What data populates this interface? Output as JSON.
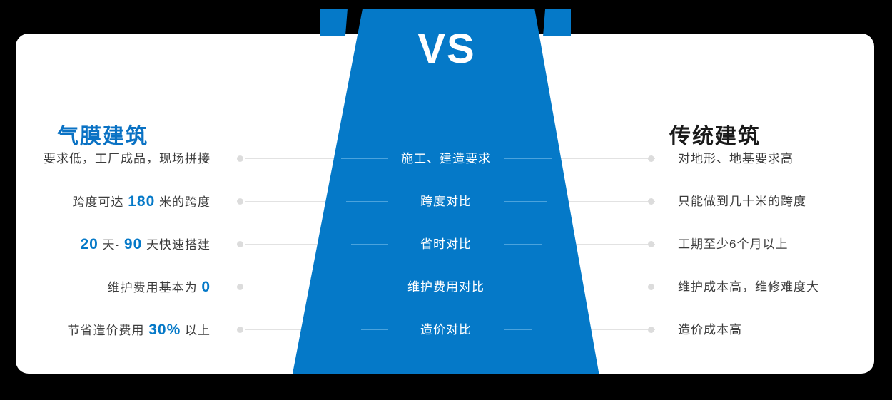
{
  "banner": {
    "vs_label": "VS",
    "accent_color": "#0579c8",
    "rail_color": "#4ba3dd"
  },
  "card": {
    "background": "#ffffff",
    "left_title": "气膜建筑",
    "left_title_color": "#0a72c4",
    "right_title": "传统建筑",
    "right_title_color": "#1a1a1a"
  },
  "rows": [
    {
      "center": "施工、建造要求",
      "left_parts": [
        {
          "text": "要求低，工厂成品，现场拼接",
          "highlight": false
        }
      ],
      "right": "对地形、地基要求高"
    },
    {
      "center": "跨度对比",
      "left_parts": [
        {
          "text": "跨度可达 ",
          "highlight": false
        },
        {
          "text": "180",
          "highlight": true
        },
        {
          "text": " 米的跨度",
          "highlight": false
        }
      ],
      "right": "只能做到几十米的跨度"
    },
    {
      "center": "省时对比",
      "left_parts": [
        {
          "text": "20",
          "highlight": true
        },
        {
          "text": " 天- ",
          "highlight": false
        },
        {
          "text": "90",
          "highlight": true
        },
        {
          "text": " 天快速搭建",
          "highlight": false
        }
      ],
      "right": "工期至少6个月以上"
    },
    {
      "center": "维护费用对比",
      "left_parts": [
        {
          "text": "维护费用基本为 ",
          "highlight": false
        },
        {
          "text": "0",
          "highlight": true
        }
      ],
      "right": "维护成本高，维修难度大"
    },
    {
      "center": "造价对比",
      "left_parts": [
        {
          "text": "节省造价费用 ",
          "highlight": false
        },
        {
          "text": "30%",
          "highlight": true
        },
        {
          "text": " 以上",
          "highlight": false
        }
      ],
      "right": "造价成本高"
    }
  ],
  "layout": {
    "row_tops": [
      208,
      268,
      328,
      388,
      448
    ]
  }
}
